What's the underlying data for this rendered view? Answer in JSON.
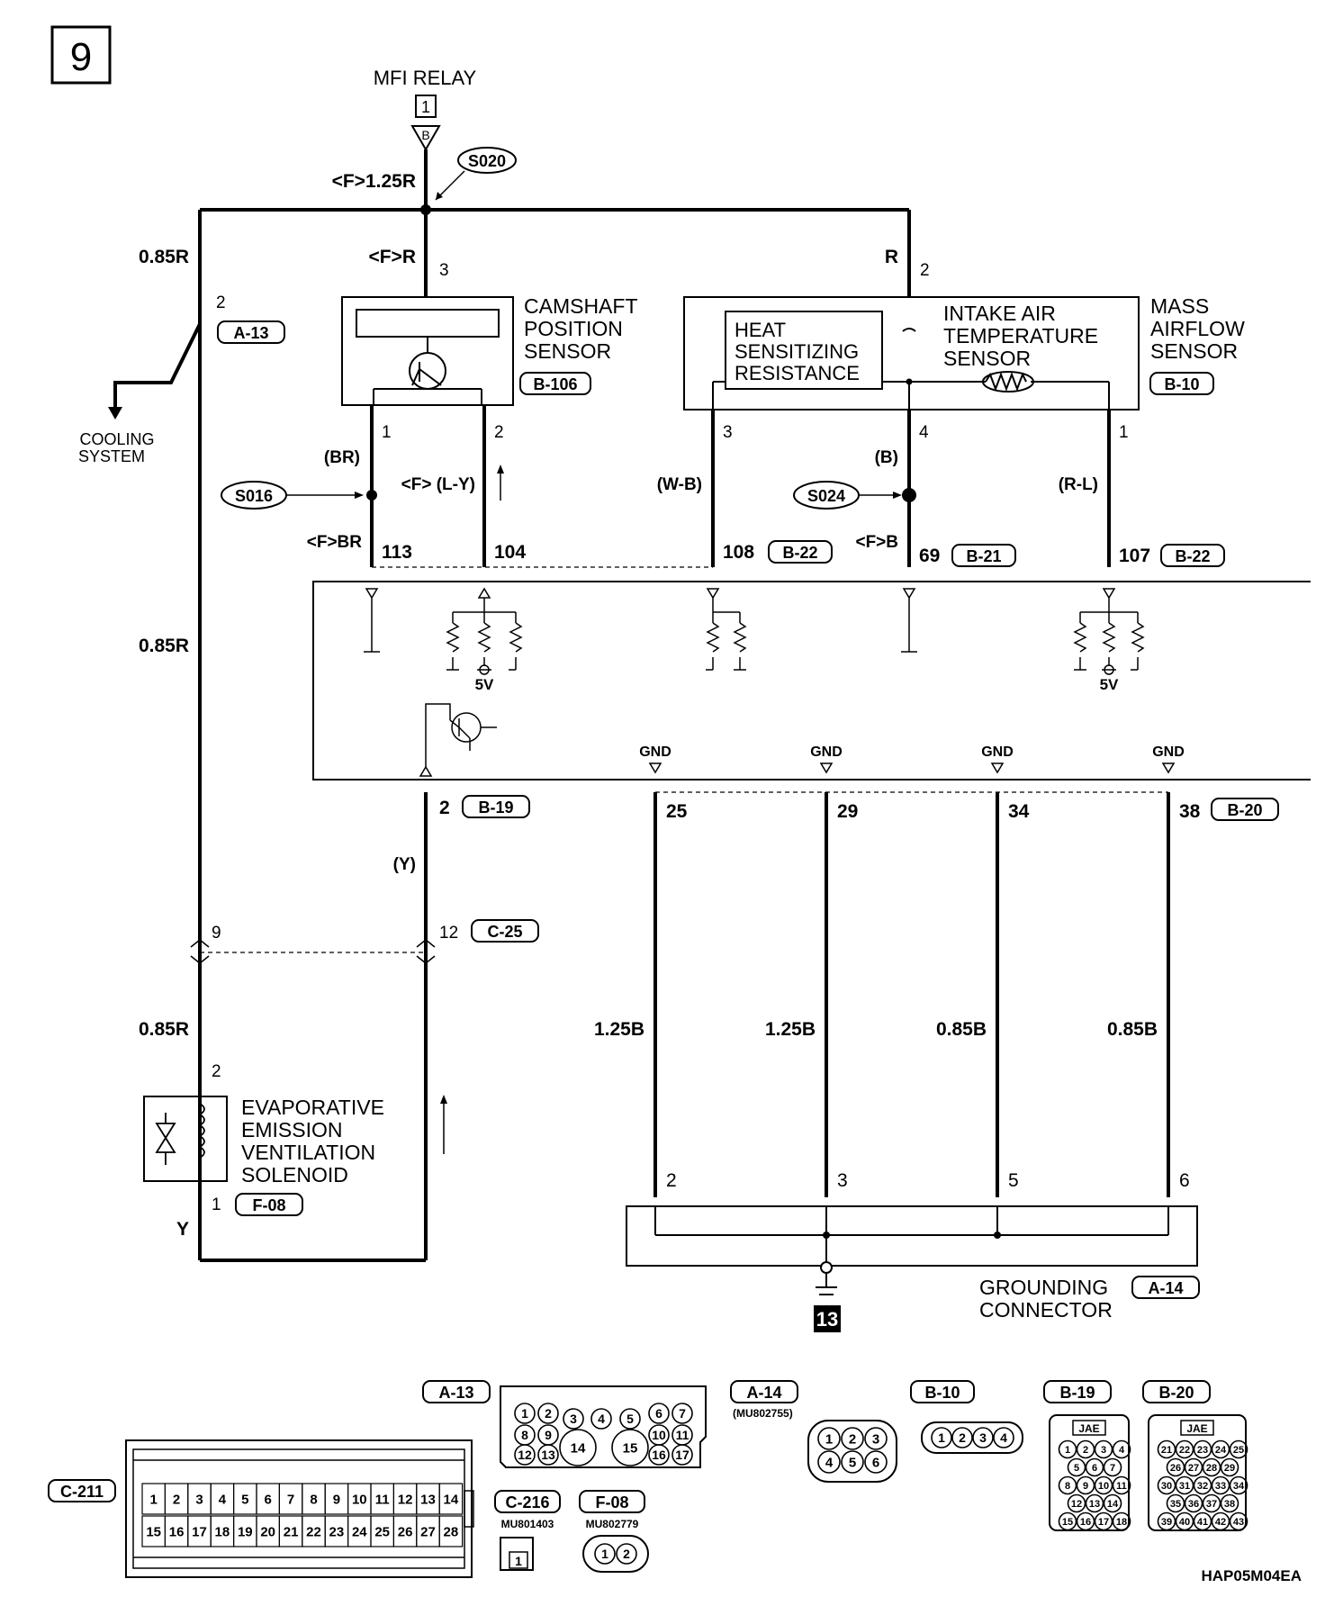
{
  "page_number": "9",
  "ground_point": "13",
  "footer_code": "HAP05M04EA",
  "mfi_relay": {
    "label": "MFI RELAY",
    "ref": "1",
    "pin": "B",
    "wire": "<F>1.25R",
    "splice": "S020"
  },
  "wires": {
    "left_top": "0.85R",
    "left_mid": "0.85R",
    "left_bottom": "0.85R",
    "cam_feed": "<F>R",
    "maf_feed": "R",
    "y_bottom": "Y",
    "y_wire": "(Y)"
  },
  "cooling": {
    "line1": "COOLING",
    "line2": "SYSTEM",
    "pin": "2",
    "conn": "A-13"
  },
  "camshaft_sensor": {
    "line1": "CAMSHAFT",
    "line2": "POSITION",
    "line3": "SENSOR",
    "conn": "B-106",
    "pin_in": "3",
    "pin1": "1",
    "pin2": "2",
    "wire1": "(BR)",
    "wire2": "<F> (L-Y)",
    "wire1b": "<F>BR",
    "splice": "S016"
  },
  "maf_sensor": {
    "line1": "MASS",
    "line2": "AIRFLOW",
    "line3": "SENSOR",
    "conn": "B-10",
    "heat_1": "HEAT",
    "heat_2": "SENSITIZING",
    "heat_3": "RESISTANCE",
    "iat_1": "INTAKE AIR",
    "iat_2": "TEMPERATURE",
    "iat_3": "SENSOR",
    "pin_in": "2",
    "pin3": "3",
    "pin4": "4",
    "pin1": "1",
    "wire3": "(W-B)",
    "wire4": "(B)",
    "wire4b": "<F>B",
    "wire1": "(R-L)",
    "splice": "S024"
  },
  "ecu_pins": {
    "p113": "113",
    "p104": "104",
    "p108": "108",
    "c108": "B-22",
    "p69": "69",
    "c69": "B-21",
    "p107": "107",
    "c107": "B-22",
    "five_v": "5V",
    "gnd": "GND",
    "p2": "2",
    "c2": "B-19",
    "g25": "25",
    "g29": "29",
    "g34": "34",
    "g38": "38",
    "cg": "B-20"
  },
  "c25": {
    "pin_left": "9",
    "pin_right": "12",
    "conn": "C-25"
  },
  "solenoid": {
    "line1": "EVAPORATIVE",
    "line2": "EMISSION",
    "line3": "VENTILATION",
    "line4": "SOLENOID",
    "pin_top": "2",
    "pin_bottom": "1",
    "conn": "F-08"
  },
  "ground_wires": [
    "1.25B",
    "1.25B",
    "0.85B",
    "0.85B"
  ],
  "grounding": {
    "line1": "GROUNDING",
    "line2": "CONNECTOR",
    "conn": "A-14",
    "pins": [
      "2",
      "3",
      "5",
      "6"
    ]
  },
  "connector_views": {
    "a13": {
      "label": "A-13",
      "pins": [
        "1",
        "2",
        "3",
        "4",
        "5",
        "6",
        "7",
        "8",
        "9",
        "10",
        "11",
        "12",
        "13",
        "14",
        "15",
        "16",
        "17"
      ]
    },
    "a14": {
      "label": "A-14",
      "part": "(MU802755)",
      "pins": [
        "1",
        "2",
        "3",
        "4",
        "5",
        "6"
      ]
    },
    "b10": {
      "label": "B-10",
      "pins": [
        "1",
        "2",
        "3",
        "4"
      ]
    },
    "b19": {
      "label": "B-19",
      "tag": "JAE",
      "pins": [
        "1",
        "2",
        "3",
        "4",
        "5",
        "6",
        "7",
        "8",
        "9",
        "10",
        "11",
        "12",
        "13",
        "14",
        "15",
        "16",
        "17",
        "18"
      ]
    },
    "b20": {
      "label": "B-20",
      "tag": "JAE",
      "pins": [
        "21",
        "22",
        "23",
        "24",
        "25",
        "26",
        "27",
        "28",
        "29",
        "30",
        "31",
        "32",
        "33",
        "34",
        "35",
        "36",
        "37",
        "38",
        "39",
        "40",
        "41",
        "42",
        "43"
      ]
    },
    "c211": {
      "label": "C-211",
      "pins": [
        "1",
        "2",
        "3",
        "4",
        "5",
        "6",
        "7",
        "8",
        "9",
        "10",
        "11",
        "12",
        "13",
        "14",
        "15",
        "16",
        "17",
        "18",
        "19",
        "20",
        "21",
        "22",
        "23",
        "24",
        "25",
        "26",
        "27",
        "28"
      ]
    },
    "c216": {
      "label": "C-216",
      "part": "MU801403",
      "pins": [
        "1"
      ]
    },
    "f08": {
      "label": "F-08",
      "part": "MU802779",
      "pins": [
        "1",
        "2"
      ]
    }
  }
}
